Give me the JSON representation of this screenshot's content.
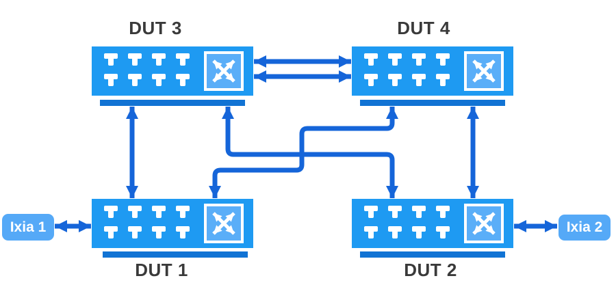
{
  "diagram": {
    "type": "network-test-topology",
    "background": "#ffffff",
    "nodes": {
      "dut3": {
        "label": "DUT 3",
        "kind": "switch",
        "ports": 8,
        "label_position": "top"
      },
      "dut4": {
        "label": "DUT 4",
        "kind": "switch",
        "ports": 8,
        "label_position": "top"
      },
      "dut1": {
        "label": "DUT 1",
        "kind": "switch",
        "ports": 8,
        "label_position": "bottom"
      },
      "dut2": {
        "label": "DUT 2",
        "kind": "switch",
        "ports": 8,
        "label_position": "bottom"
      },
      "ixia1": {
        "label": "Ixia 1",
        "kind": "traffic-generator"
      },
      "ixia2": {
        "label": "Ixia 2",
        "kind": "traffic-generator"
      }
    },
    "links": [
      {
        "from": "dut3",
        "to": "dut4",
        "arrows": "both-ends",
        "lines": 2,
        "route": "straight-horizontal"
      },
      {
        "from": "dut3",
        "to": "dut1",
        "arrows": "both-ends",
        "lines": 1,
        "route": "straight-vertical"
      },
      {
        "from": "dut4",
        "to": "dut2",
        "arrows": "both-ends",
        "lines": 1,
        "route": "straight-vertical"
      },
      {
        "from": "dut3",
        "to": "dut2",
        "arrows": "both-ends",
        "lines": 1,
        "route": "orthogonal-z"
      },
      {
        "from": "dut1",
        "to": "dut4",
        "arrows": "both-ends",
        "lines": 1,
        "route": "orthogonal-staircase"
      },
      {
        "from": "ixia1",
        "to": "dut1",
        "arrows": "both-ends",
        "lines": 1,
        "route": "straight-horizontal"
      },
      {
        "from": "ixia2",
        "to": "dut2",
        "arrows": "both-ends",
        "lines": 1,
        "route": "straight-horizontal"
      }
    ],
    "icons": {
      "crossbar": "crossed-double-arrows-in-square",
      "port": "rj45-port-glyph"
    },
    "colors": {
      "switch_body": "#1e9af2",
      "switch_base_bar": "#1173d4",
      "crossbar_fill": "#5aaef8",
      "crossbar_frame": "#ffffff",
      "port": "#ffffff",
      "link": "#1565d9",
      "ixia_fill": "#55a9f7",
      "ixia_text": "#ffffff",
      "dut_label_text": "#3a3a3a",
      "dut_label_bg": "#ffffff"
    }
  }
}
